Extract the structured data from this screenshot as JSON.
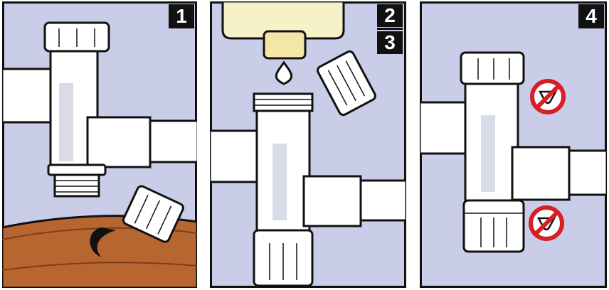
{
  "colors": {
    "panel_bg": "#c9cde8",
    "outline": "#111111",
    "pipe_fill": "#ffffff",
    "pipe_shade": "#d9dbe6",
    "soil": "#b8662f",
    "bottle": "#f7f1c8",
    "cap": "#f3e6a6",
    "drop": "#ffffff",
    "prohibit": "#d61f26"
  },
  "panels": [
    {
      "id": "panel-1",
      "step_label": "1"
    },
    {
      "id": "panel-2",
      "step_label": "2",
      "step_label_2": "3"
    },
    {
      "id": "panel-3",
      "step_label": "4"
    }
  ],
  "icons": [
    "pipe-tee-icon",
    "threaded-cap-icon",
    "soil-ground-icon",
    "sealant-bottle-icon",
    "droplet-icon",
    "no-sealant-icon"
  ]
}
